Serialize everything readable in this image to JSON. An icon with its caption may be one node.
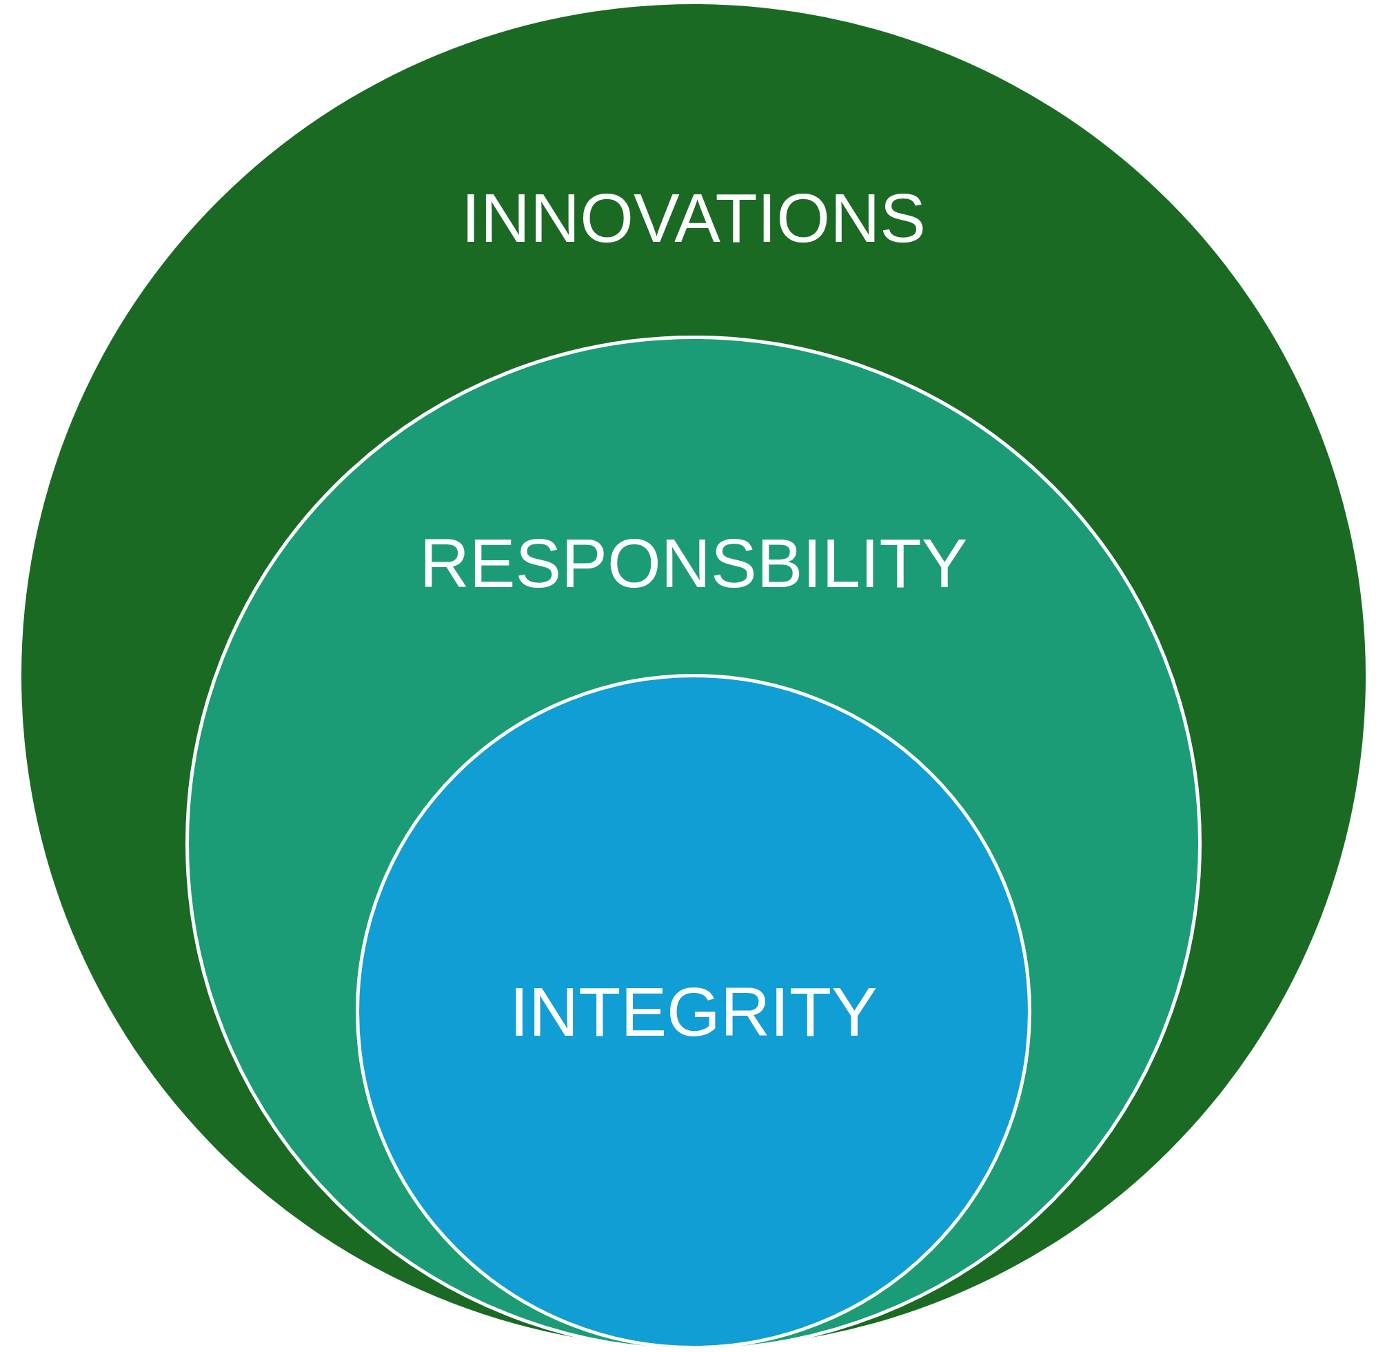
{
  "diagram": {
    "nodes": [
      {
        "text": [
          "INNOVATIONS"
        ]
      },
      {
        "text": [
          "RESPONSBILITY"
        ],
        "in": 0
      },
      {
        "text": [
          "INTEGRITY"
        ],
        "in": 1
      }
    ]
  }
}
